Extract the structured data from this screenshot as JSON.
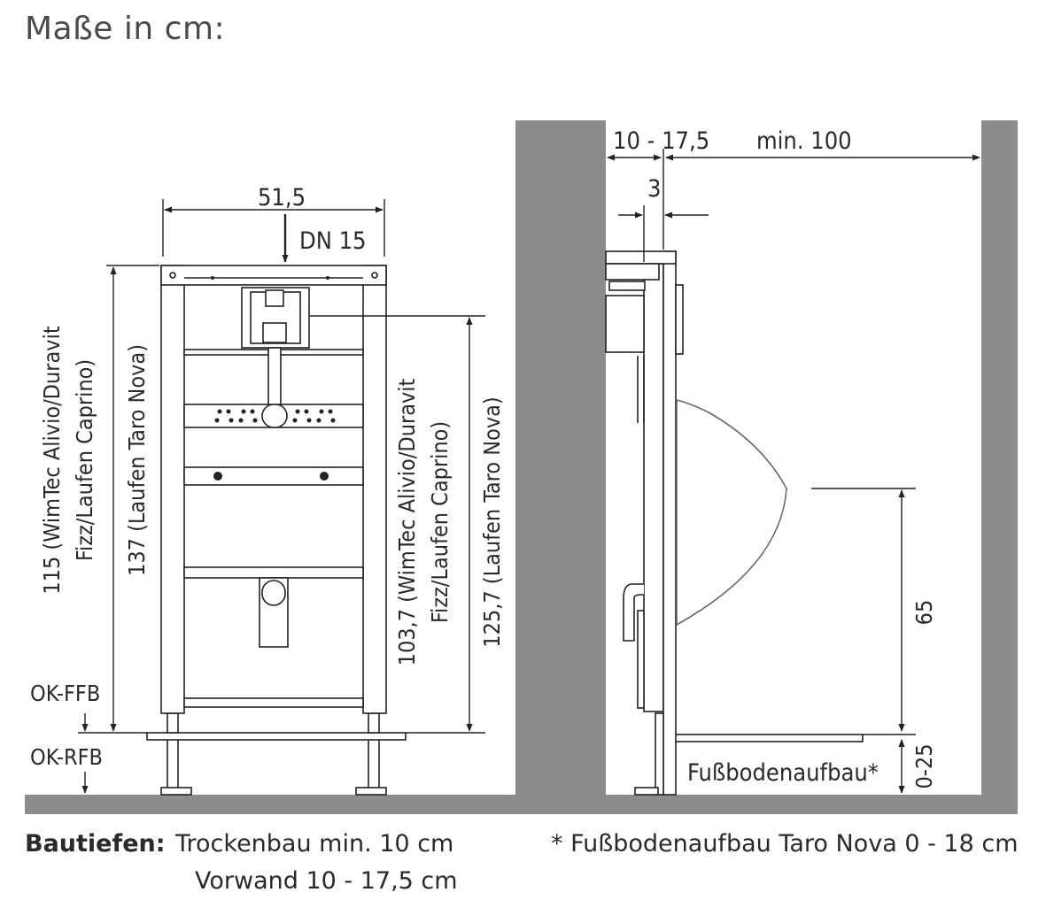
{
  "title": "Maße in cm:",
  "front_view": {
    "width": "51,5",
    "inlet": "DN 15",
    "height_left_1": "115 (WimTec Alivio/Duravit",
    "height_left_2": "Fizz/Laufen Caprino)",
    "height_left_3": "137 (Laufen Taro Nova)",
    "height_right_1": "103,7 (WimTec Alivio/Duravit",
    "height_right_2": "Fizz/Laufen Caprino)",
    "height_right_3": "125,7 (Laufen Taro Nova)",
    "level_finished": "OK-FFB",
    "level_raw": "OK-RFB"
  },
  "side_view": {
    "wall_depth": "10 - 17,5",
    "clearance": "min. 100",
    "offset": "3",
    "urinal_height": "65",
    "floor_buildup_range": "0-25",
    "floor_buildup": "Fußbodenaufbau*"
  },
  "footer": {
    "depths_label": "Bautiefen:",
    "depth_drywall": "Trockenbau min. 10 cm",
    "depth_prewall": "Vorwand 10 - 17,5 cm",
    "note": "* Fußbodenaufbau Taro Nova 0 - 18 cm"
  }
}
